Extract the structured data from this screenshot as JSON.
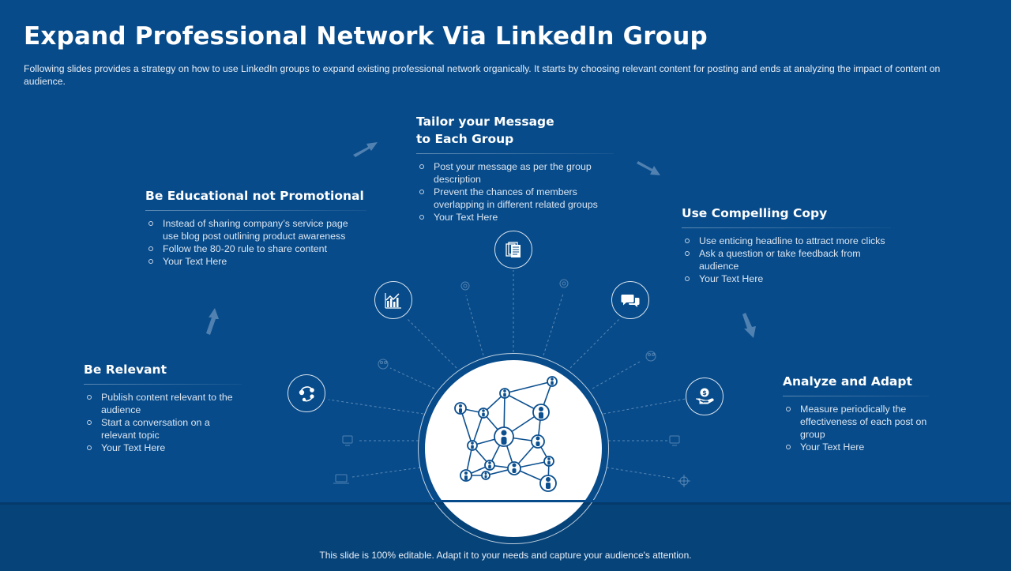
{
  "title": "Expand Professional Network Via LinkedIn Group",
  "subtitle": "Following slides provides  a strategy on how to use LinkedIn groups to expand existing professional network organically. It starts by choosing relevant  content for posting and ends at analyzing the impact of content on audience.",
  "steps": [
    {
      "heading": "Be Relevant",
      "icon": "network-cycle-icon",
      "bullets": [
        "Publish content relevant  to the audience",
        "Start  a conversation  on a relevant  topic",
        "Your Text Here"
      ]
    },
    {
      "heading": "Be Educational not Promotional",
      "icon": "bar-chart-icon",
      "bullets": [
        "Instead of sharing company’s service page use blog post outlining product awareness",
        "Follow the 80-20 rule to share content",
        "Your Text Here"
      ]
    },
    {
      "heading_line1": "Tailor your Message",
      "heading_line2": "to Each Group",
      "icon": "documents-icon",
      "bullets": [
        "Post your message as per the group description",
        "Prevent  the chances of members overlapping  in different  related groups",
        "Your Text Here"
      ]
    },
    {
      "heading": "Use Compelling Copy",
      "icon": "chat-bubbles-icon",
      "bullets": [
        "Use enticing headline to attract more clicks",
        "Ask a question or take feedback from audience",
        "Your Text Here"
      ]
    },
    {
      "heading": "Analyze and Adapt",
      "icon": "money-hand-icon",
      "bullets": [
        "Measure periodically the effectiveness  of each post on group",
        "Your Text Here"
      ]
    }
  ],
  "center_icon": "people-network-icon",
  "footer": "This slide is 100% editable. Adapt it to your needs and capture your audience's attention.",
  "colors": {
    "background": "#074b8a",
    "band": "#064379",
    "hub": "#ffffff",
    "icon_dark": "#0b4f8f"
  }
}
